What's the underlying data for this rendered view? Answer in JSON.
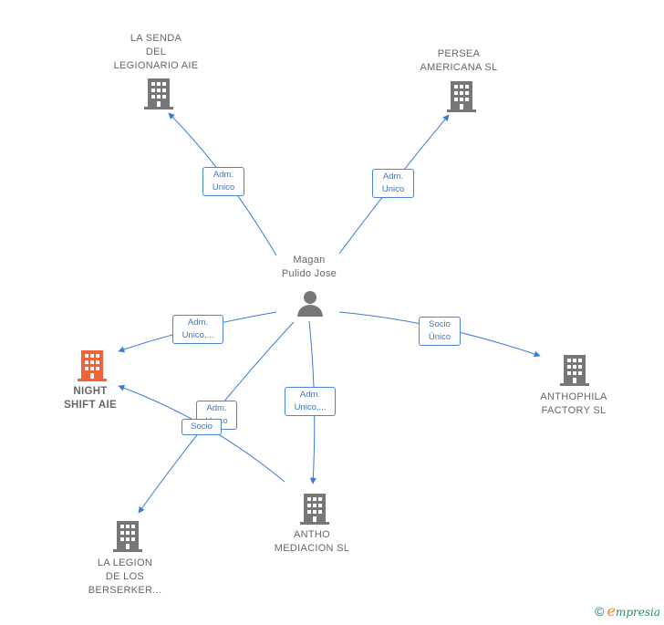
{
  "colors": {
    "edge": "#3a7bd5",
    "building": "#777777",
    "focus": "#f0623a",
    "person": "#777777"
  },
  "nodes": {
    "senda": {
      "label": "LA SENDA\nDEL\nLEGIONARIO AIE",
      "icon": "building-icon"
    },
    "persea": {
      "label": "PERSEA\nAMERICANA SL",
      "icon": "building-icon"
    },
    "person": {
      "label": "Magan\nPulido Jose",
      "icon": "person-icon"
    },
    "night": {
      "label": "NIGHT\nSHIFT AIE",
      "icon": "building-icon"
    },
    "anthophila": {
      "label": "ANTHOPHILA\nFACTORY  SL",
      "icon": "building-icon"
    },
    "antho": {
      "label": "ANTHO\nMEDIACION  SL",
      "icon": "building-icon"
    },
    "legion": {
      "label": "LA LEGION\nDE LOS\nBERSERKER...",
      "icon": "building-icon"
    }
  },
  "edges": {
    "to_senda": "Adm.\nUnico",
    "to_persea": "Adm.\nUnico",
    "to_night": "Adm.\nUnico,...",
    "to_anthophila": "Socio\nÚnico",
    "to_antho": "Adm.\nUnico,...",
    "to_legion_adm": "Adm.\nUnico",
    "socio": "Socio"
  },
  "footer": {
    "copyright": "©",
    "brand_initial": "e",
    "brand_rest": "mpresia"
  }
}
